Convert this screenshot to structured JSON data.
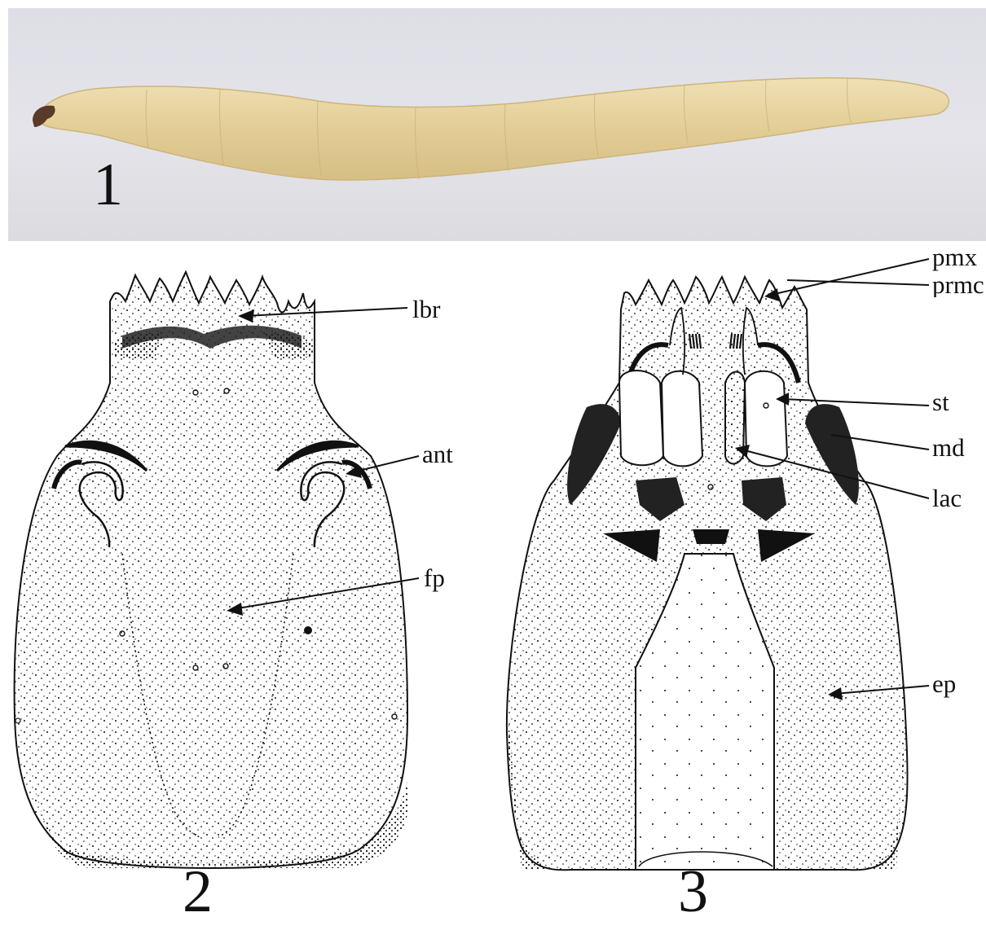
{
  "figures": [
    {
      "number": "1",
      "kind": "photograph",
      "subject": "larva"
    },
    {
      "number": "2",
      "kind": "line drawing",
      "labels": [
        "lbr",
        "ant",
        "fp"
      ]
    },
    {
      "number": "3",
      "kind": "line drawing",
      "labels": [
        "pmx",
        "prmc",
        "st",
        "md",
        "lac",
        "ep"
      ]
    }
  ],
  "colors": {
    "photo_background": "#e0e0e6",
    "larva_body": "#e2cf9a",
    "larva_head": "#5a3a28",
    "ink": "#111111"
  }
}
